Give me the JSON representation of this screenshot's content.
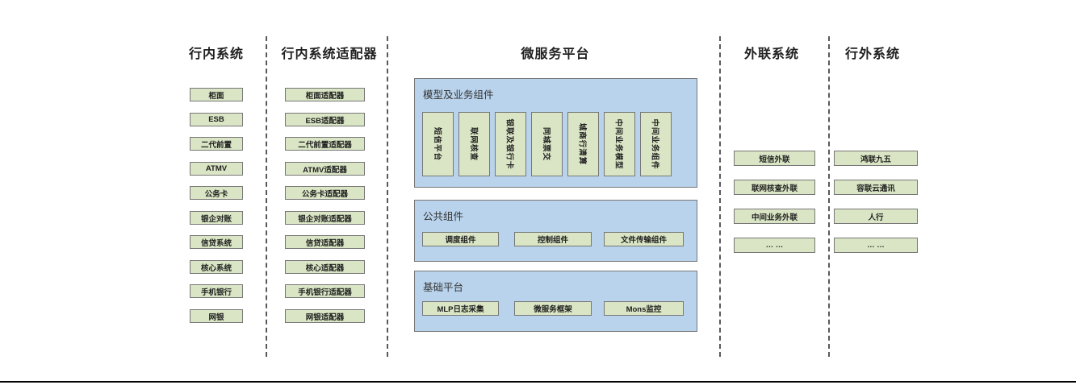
{
  "diagram": {
    "columns": {
      "internal": {
        "title": "行内系统",
        "items": [
          "柜面",
          "ESB",
          "二代前置",
          "ATMV",
          "公务卡",
          "银企对账",
          "信贷系统",
          "核心系统",
          "手机银行",
          "网银"
        ]
      },
      "adapters": {
        "title": "行内系统适配器",
        "items": [
          "柜面适配器",
          "ESB适配器",
          "二代前置适配器",
          "ATMV适配器",
          "公务卡适配器",
          "银企对账适配器",
          "信贷适配器",
          "核心适配器",
          "手机银行适配器",
          "网银适配器"
        ]
      },
      "microservice": {
        "title": "微服务平台",
        "panels": {
          "model": {
            "title": "模型及业务组件",
            "items": [
              "短信平台",
              "联网核查",
              "银联及银行卡",
              "同城票交",
              "城商行清算",
              "中间业务模型",
              "中间业务组件"
            ]
          },
          "common": {
            "title": "公共组件",
            "items": [
              "调度组件",
              "控制组件",
              "文件传输组件"
            ]
          },
          "base": {
            "title": "基础平台",
            "items": [
              "MLP日志采集",
              "微服务框架",
              "Mons监控"
            ]
          }
        }
      },
      "outreach": {
        "title": "外联系统",
        "items": [
          "短信外联",
          "联网核查外联",
          "中间业务外联",
          "… …"
        ]
      },
      "external": {
        "title": "行外系统",
        "items": [
          "鸿联九五",
          "容联云通讯",
          "人行",
          "… …"
        ]
      }
    },
    "colors": {
      "panel_blue": "#b9d3ec",
      "box_green": "#d9e5c4",
      "box_border": "#777777",
      "dashed_line": "#595959",
      "text": "#1f1f1f",
      "bottom_line": "#000000"
    }
  }
}
